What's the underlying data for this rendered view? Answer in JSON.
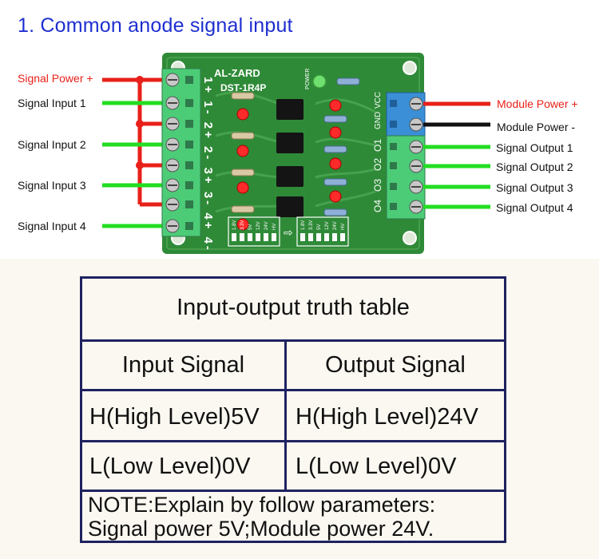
{
  "title": "1. Common anode signal input",
  "board": {
    "brand": "AL-ZARD",
    "model": "DST-1R4P",
    "power_led_label": "POWER",
    "input_pins": "1+ 1- 2+ 2- 3+ 3- 4+ 4-",
    "output_pins": [
      "GND",
      "VCC",
      "O1",
      "O2",
      "O3",
      "O4"
    ],
    "dip_labels": [
      "1.8V",
      "3.3V",
      "5V",
      "12V",
      "24V",
      "HV"
    ]
  },
  "left_labels": {
    "signal_power": "Signal Power +",
    "input1": "Signal Input 1",
    "input2": "Signal Input 2",
    "input3": "Signal Input 3",
    "input4": "Signal Input 4"
  },
  "right_labels": {
    "module_power_plus": "Module Power +",
    "module_power_minus": "Module Power -",
    "output1": "Signal Output 1",
    "output2": "Signal Output 2",
    "output3": "Signal Output 3",
    "output4": "Signal Output 4"
  },
  "truth_table": {
    "title": "Input-output truth table",
    "headers": [
      "Input Signal",
      "Output Signal"
    ],
    "rows": [
      [
        "H(High Level)5V",
        "H(High Level)24V"
      ],
      [
        "L(Low Level)0V",
        "L(Low Level)0V"
      ]
    ],
    "note_line1": "NOTE:Explain by follow parameters:",
    "note_line2": "Signal power 5V;Module power 24V."
  },
  "colors": {
    "title": "#1e2fd0",
    "red_wire": "#e8201a",
    "green_wire": "#22dd22",
    "black_wire": "#111111",
    "pcb": "#2f8a38",
    "table_border": "#1f2260"
  }
}
